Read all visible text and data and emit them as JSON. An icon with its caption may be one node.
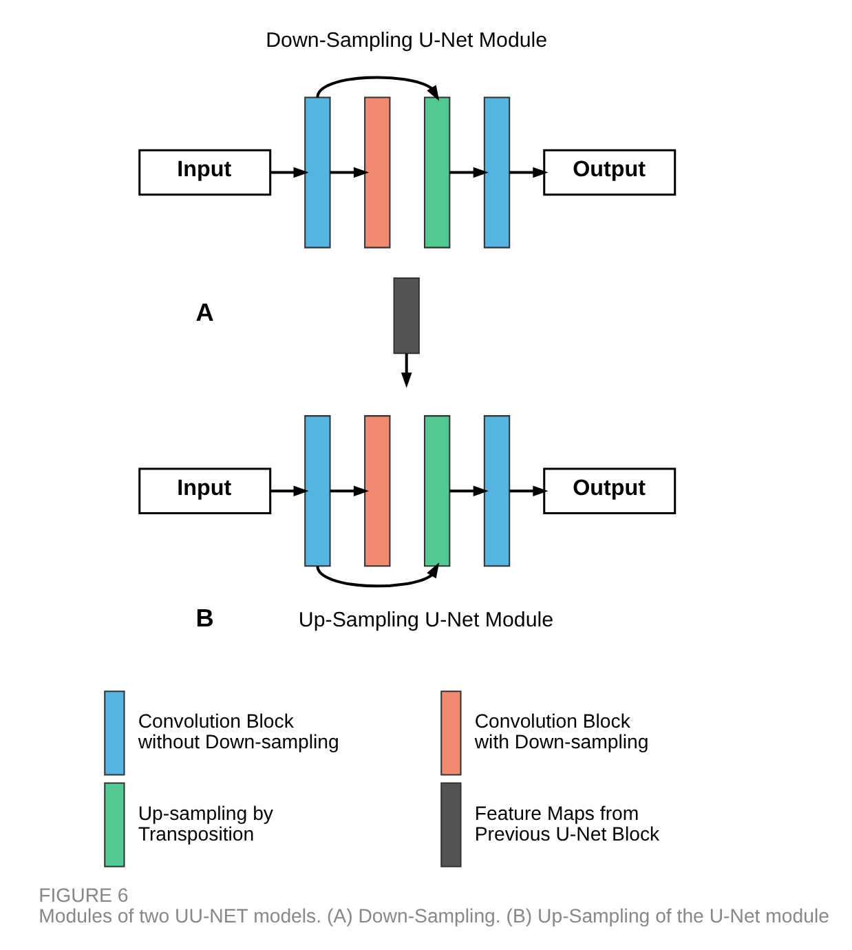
{
  "diagram": {
    "title": "FIGURE 6",
    "caption": "Modules of two UU-NET models. (A) Down-Sampling. (B) Up-Sampling of the U-Net module.",
    "nodes": [
      {
        "text": [
          "Input"
        ]
      },
      {
        "text": [],
        "shape": "bar"
      },
      {
        "text": [],
        "shape": "bar"
      },
      {
        "text": [],
        "shape": "bar"
      },
      {
        "text": [],
        "shape": "bar"
      },
      {
        "text": [
          "Output"
        ]
      },
      {
        "text": [],
        "shape": "bar"
      },
      {
        "text": [
          "Input"
        ]
      },
      {
        "text": [],
        "shape": "bar"
      },
      {
        "text": [],
        "shape": "bar"
      },
      {
        "text": [],
        "shape": "bar"
      },
      {
        "text": [],
        "shape": "bar"
      },
      {
        "text": [
          "Output"
        ]
      }
    ],
    "edges": [
      {
        "from": 0,
        "to": 1,
        "arrow": "to"
      },
      {
        "from": 1,
        "to": 2,
        "arrow": "to"
      },
      {
        "from": 1,
        "to": 3,
        "arrow": "to"
      },
      {
        "from": 3,
        "to": 4,
        "arrow": "to"
      },
      {
        "from": 4,
        "to": 5,
        "arrow": "to"
      },
      {
        "from": 6,
        "to": null,
        "arrow": "to"
      },
      {
        "from": 7,
        "to": 8,
        "arrow": "to"
      },
      {
        "from": 8,
        "to": 9,
        "arrow": "to"
      },
      {
        "from": 8,
        "to": 10,
        "arrow": "to"
      },
      {
        "from": 10,
        "to": 11,
        "arrow": "to"
      },
      {
        "from": 11,
        "to": 12,
        "arrow": "to"
      }
    ],
    "labels": [
      "Down-Sampling U-Net Module",
      "A",
      "B",
      "Up-Sampling U-Net Module"
    ],
    "legend": [
      {
        "text": "Convolution Block without Down-sampling",
        "color": "#56b4e3"
      },
      {
        "text": "Convolution Block with Down-sampling",
        "color": "#f08a70"
      },
      {
        "text": "Up-sampling by Transposition",
        "color": "#52c992"
      },
      {
        "text": "Feature Maps from Previous U-Net Block",
        "color": "#545454"
      }
    ]
  }
}
